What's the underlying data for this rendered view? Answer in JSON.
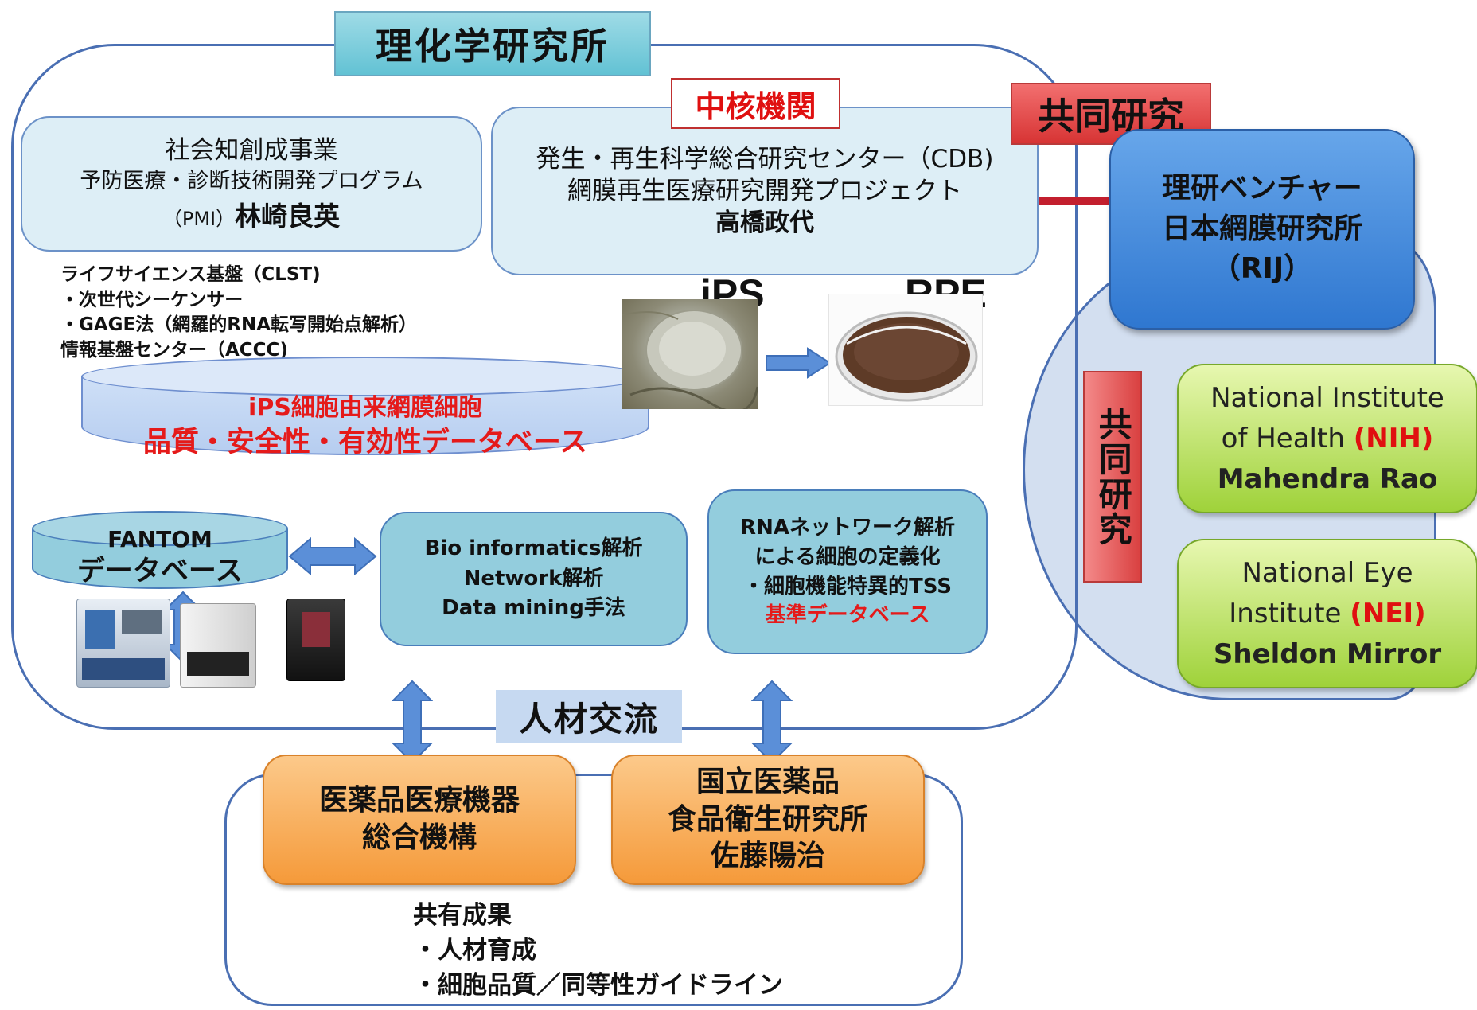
{
  "riken": {
    "title": "理化学研究所"
  },
  "core_institution": {
    "label": "中核機関"
  },
  "pmi_box": {
    "line1": "社会知創成事業",
    "line2": "予防医療・診断技術開発プログラム",
    "line3_prefix": "（PMI）",
    "line3_name": "林崎良英"
  },
  "cdb_box": {
    "line1": "発生・再生科学総合研究センター（CDB)",
    "line2": "網膜再生医療研究開発プロジェクト",
    "line3": "高橋政代"
  },
  "clst_list": [
    "ライフサイエンス基盤（CLST)",
    "・次世代シーケンサー",
    "・GAGE法（網羅的RNA転写開始点解析）",
    "情報基盤センター（ACCC)"
  ],
  "ips_label": "iPS",
  "rpe_label": "RPE",
  "database": {
    "line1": "iPS細胞由来網膜細胞",
    "line2": "品質・安全性・有効性データベース"
  },
  "fantom": {
    "line1": "FANTOM",
    "line2": "データベース"
  },
  "bio_box": {
    "line1": "Bio informatics解析",
    "line2": "Network解析",
    "line3": "Data mining手法"
  },
  "rna_box": {
    "line1": "RNAネットワーク解析",
    "line2": "による細胞の定義化",
    "line3": "・細胞機能特異的TSS",
    "line4": "基準データベース"
  },
  "collab_top": {
    "label": "共同研究"
  },
  "venture": {
    "line1": "理研ベンチャー",
    "line2": "日本網膜研究所",
    "line3": "（RIJ）"
  },
  "collab_vertical": {
    "label": "共同研究"
  },
  "nih": {
    "line1": "National Institute",
    "line2_prefix": "of Health ",
    "line2_abbr": "(NIH)",
    "line3": "Mahendra Rao"
  },
  "nei": {
    "line1": "National Eye",
    "line2_prefix": "Institute ",
    "line2_abbr": "(NEI)",
    "line3": "Sheldon Mirror"
  },
  "exchange": {
    "label": "人材交流"
  },
  "pmda": {
    "line1": "医薬品医療機器",
    "line2": "総合機構"
  },
  "nihs": {
    "line1": "国立医薬品",
    "line2": "食品衛生研究所",
    "line3": "佐藤陽治"
  },
  "outcomes": [
    "共有成果",
    "・人材育成",
    "・細胞品質／同等性ガイドライン"
  ],
  "colors": {
    "frame_border": "#4a6fb3",
    "title_teal": "#62c2d4",
    "collab_red": "#d73434",
    "venture_blue": "#2f77d0",
    "partner_green": "#9fd23a",
    "agency_orange": "#f59a3a",
    "emphasis_red": "#e01010",
    "arrow_blue": "#5b8fd8"
  }
}
